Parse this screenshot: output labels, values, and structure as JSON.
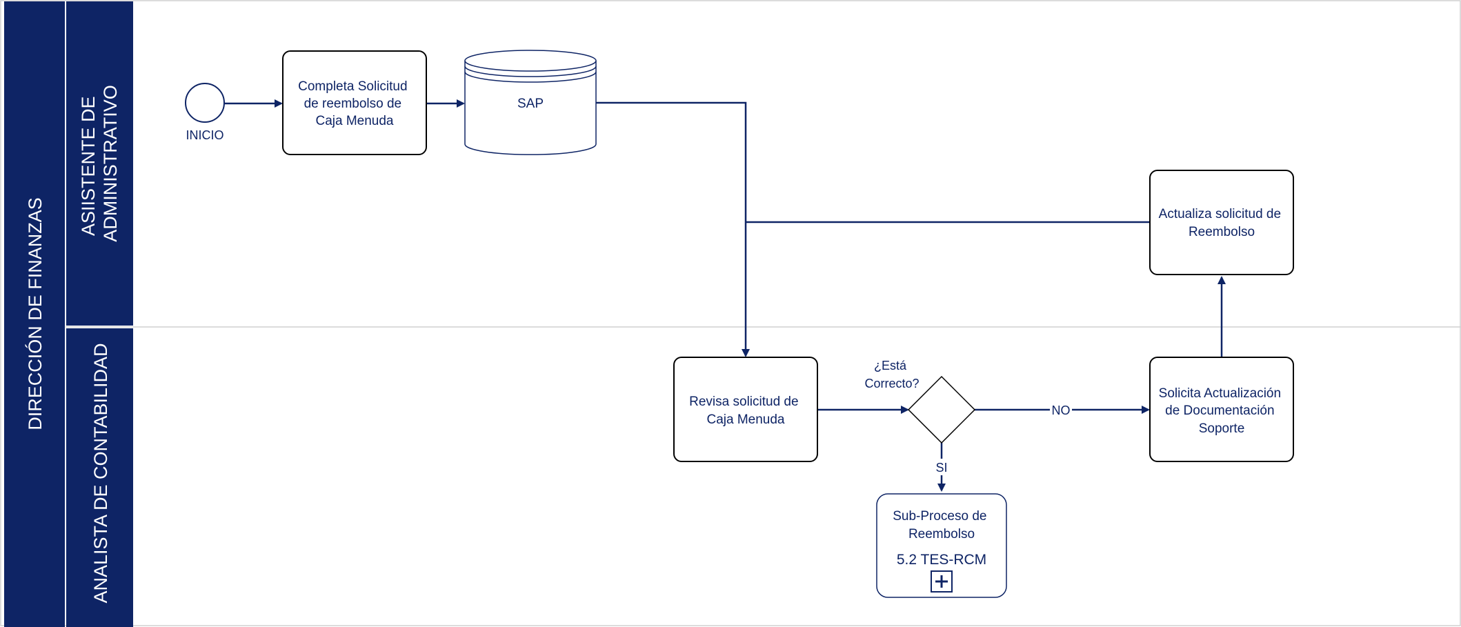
{
  "pool": {
    "label": "DIRECCIÓN DE FINANZAS"
  },
  "lanes": [
    {
      "lines": [
        "ASIISTENTE DE",
        "ADMINISTRATIVO"
      ]
    },
    {
      "lines": [
        "ANALISTA DE CONTABILIDAD"
      ]
    }
  ],
  "nodes": {
    "start": {
      "label": "INICIO"
    },
    "task_completa": {
      "lines": [
        "Completa Solicitud",
        "de reembolso de",
        "Caja Menuda"
      ]
    },
    "datastore_sap": {
      "label": "SAP"
    },
    "task_actualiza": {
      "lines": [
        "Actualiza solicitud de",
        "Reembolso"
      ]
    },
    "task_revisa": {
      "lines": [
        "Revisa solicitud de",
        "Caja Menuda"
      ]
    },
    "gateway": {
      "lines": [
        "¿Está",
        "Correcto?"
      ]
    },
    "task_solicita": {
      "lines": [
        "Solicita Actualización",
        "de Documentación",
        "Soporte"
      ]
    },
    "subprocess": {
      "lines": [
        "Sub-Proceso de",
        "Reembolso"
      ],
      "code": "5.2 TES-RCM"
    }
  },
  "edge_labels": {
    "no": "NO",
    "si": "SI"
  },
  "colors": {
    "primary": "#0e2465",
    "lane_border": "#d0d0d0",
    "background": "#ffffff"
  }
}
